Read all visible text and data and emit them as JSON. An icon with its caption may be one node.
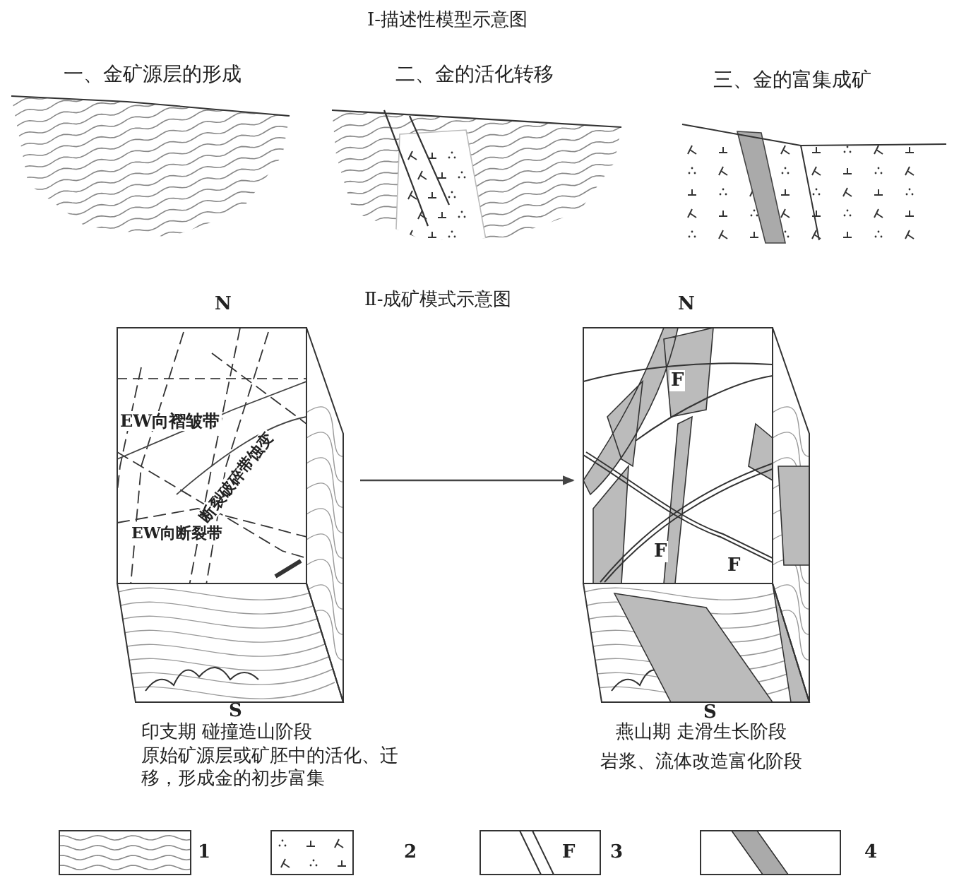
{
  "diagram": {
    "title": "Ⅰ-描述性模型示意图",
    "nodes": [
      {
        "text": [
          "N",
          "EW向褶皱带",
          "断裂破碎带蚀变",
          "EW向断裂带",
          "S"
        ],
        "beside": [
          "印支期 碰撞造山阶段",
          "原始矿源层或矿胚中的活化、迁移，形成金的初步富集"
        ]
      },
      {
        "text": [
          "N",
          "F",
          "F",
          "F",
          "S"
        ],
        "beside": [
          "燕山期 走滑生长阶段",
          "岩浆、流体改造富化阶段"
        ]
      }
    ],
    "edges": [
      {
        "from": 0,
        "to": 1,
        "arrow": "to"
      }
    ],
    "labels": [
      "一、金矿源层的形成",
      "二、金的活化转移",
      "三、金的富集成矿",
      "Ⅱ-成矿模式示意图",
      "F"
    ],
    "legend": [
      {
        "text": "1"
      },
      {
        "text": "2"
      },
      {
        "text": "3"
      },
      {
        "text": "4"
      }
    ]
  }
}
